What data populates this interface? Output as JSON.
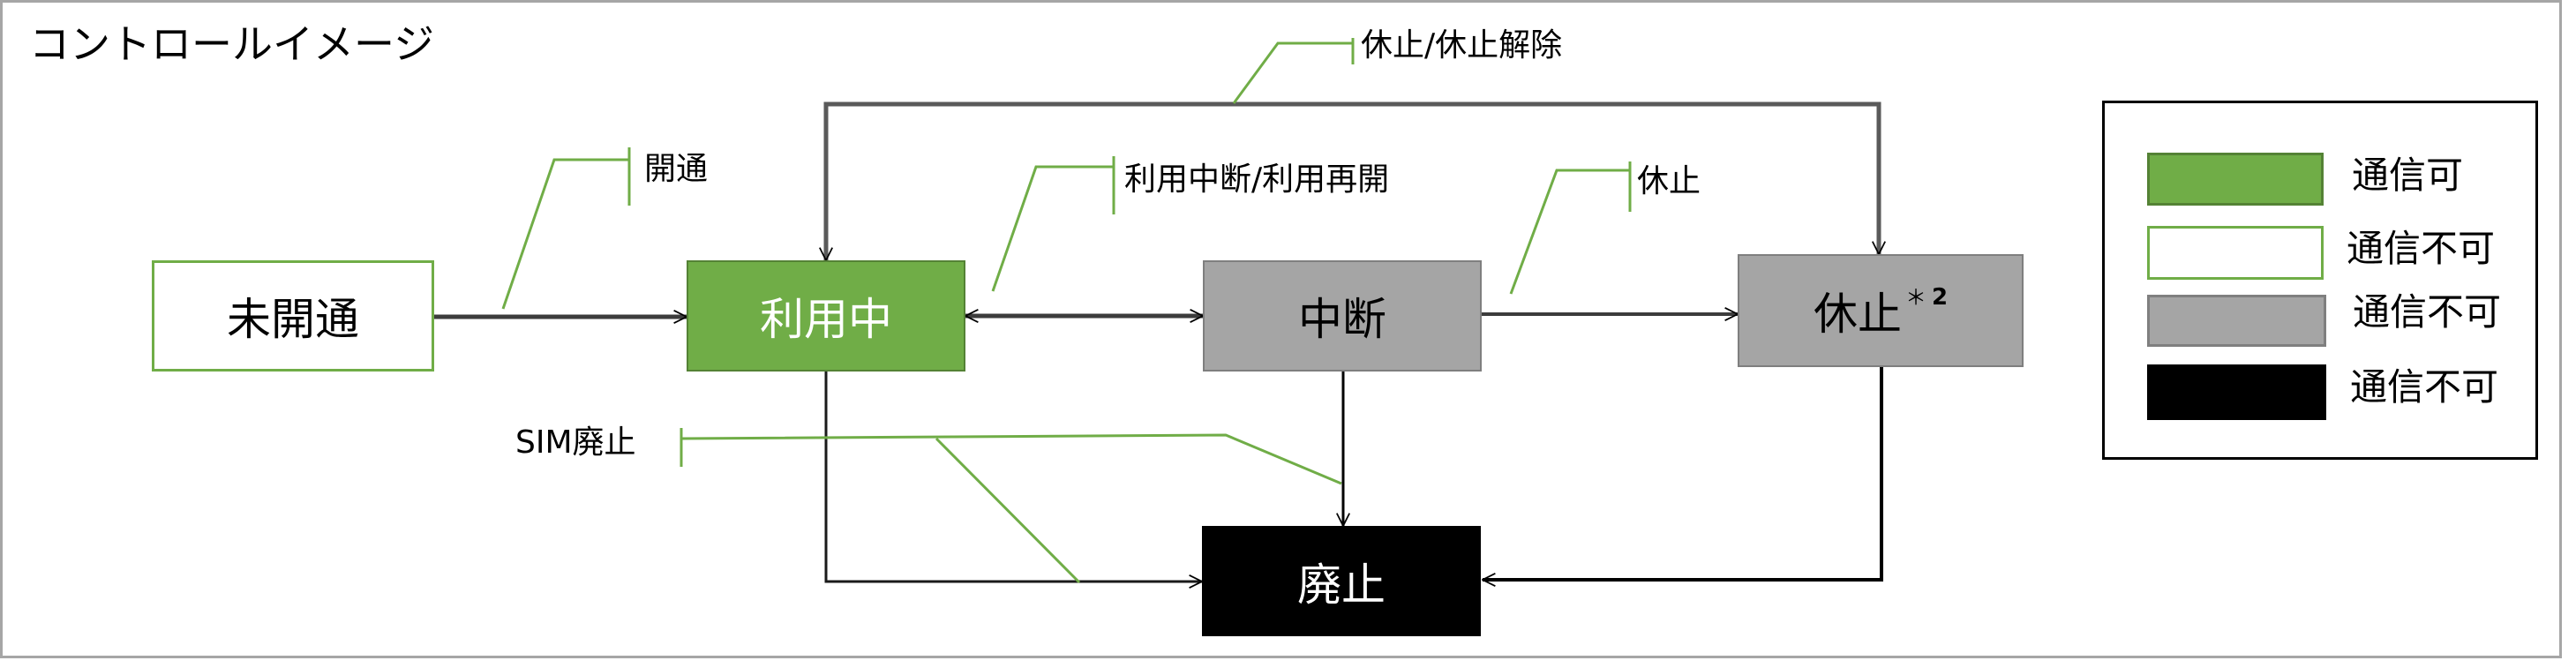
{
  "title": "コントロールイメージ",
  "states": {
    "unopened": {
      "label": "未開通"
    },
    "in_use": {
      "label": "利用中"
    },
    "suspended": {
      "label": "中断"
    },
    "paused": {
      "label": "休止",
      "note_marker": "＊",
      "note_number": "2"
    },
    "terminated": {
      "label": "廃止"
    }
  },
  "transitions": {
    "open": {
      "label": "開通"
    },
    "suspend_resume": {
      "label": "利用中断/利用再開"
    },
    "pause": {
      "label": "休止"
    },
    "pause_unpause": {
      "label": "休止/休止解除"
    },
    "sim_terminate": {
      "label": "SIM廃止"
    }
  },
  "legend": {
    "items": [
      {
        "style": "green-filled",
        "label": "通信可",
        "color": "#70AD47"
      },
      {
        "style": "white-green-outline",
        "label": "通信不可",
        "color": "#FFFFFF"
      },
      {
        "style": "gray-filled",
        "label": "通信不可",
        "color": "#A5A5A5"
      },
      {
        "style": "black-filled",
        "label": "通信不可",
        "color": "#000000"
      }
    ]
  },
  "colors": {
    "green": "#70AD47",
    "gray": "#A5A5A5",
    "black": "#000000",
    "callout_line": "#70AD47"
  }
}
